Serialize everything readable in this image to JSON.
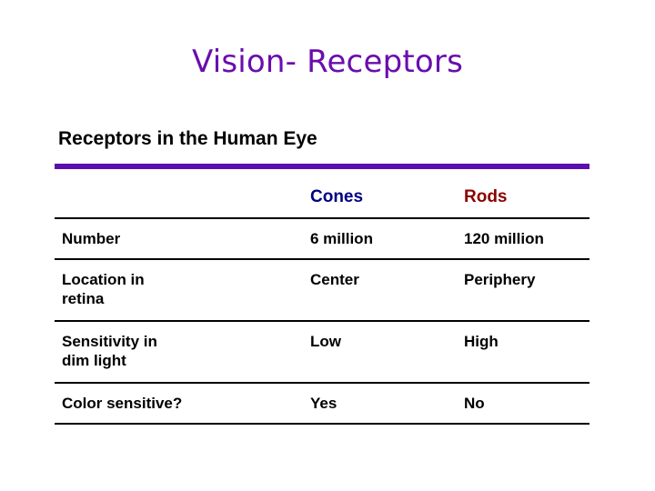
{
  "slide": {
    "title": "Vision- Receptors",
    "sub_heading": "Receptors in the Human Eye",
    "accent_color": "#5B0FAF",
    "title_color": "#6A0DAD",
    "cones_color": "#000080",
    "rods_color": "#8B0000"
  },
  "table": {
    "columns": [
      {
        "key": "label",
        "header": ""
      },
      {
        "key": "cones",
        "header": "Cones"
      },
      {
        "key": "rods",
        "header": "Rods"
      }
    ],
    "rows": [
      {
        "label": "Number",
        "label_line1": "Number",
        "label_line2": "",
        "cones": "6 million",
        "rods": "120 million"
      },
      {
        "label": "Location in retina",
        "label_line1": "Location in",
        "label_line2": "retina",
        "cones": "Center",
        "rods": "Periphery"
      },
      {
        "label": "Sensitivity in dim light",
        "label_line1": "Sensitivity in",
        "label_line2": "dim light",
        "cones": "Low",
        "rods": "High"
      },
      {
        "label": "Color sensitive?",
        "label_line1": "Color sensitive?",
        "label_line2": "",
        "cones": "Yes",
        "rods": "No"
      }
    ]
  }
}
